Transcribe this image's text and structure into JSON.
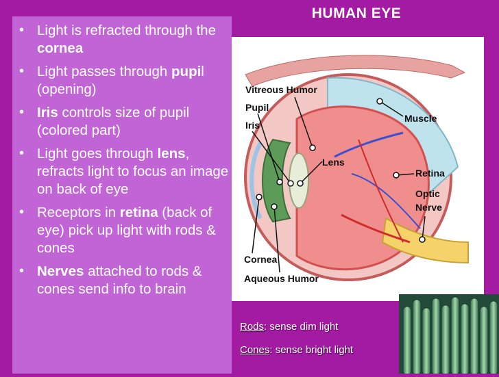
{
  "slide": {
    "title": "HUMAN EYE",
    "bullets": [
      {
        "pre": "Light is refracted through the ",
        "bold": "cornea",
        "post": ""
      },
      {
        "pre": "Light passes through ",
        "bold": "pupi",
        "post": "l (opening)"
      },
      {
        "pre": "",
        "bold": "Iris",
        "post": " controls size of pupil (colored part)"
      },
      {
        "pre": "Light goes through ",
        "bold": "lens",
        "post": ", refracts light to focus an image on back of eye"
      },
      {
        "pre": "Receptors in ",
        "bold": "retina",
        "post": " (back of eye) pick up light with rods & cones"
      },
      {
        "pre": "",
        "bold": "Nerves",
        "post": " attached to rods & cones send info to brain"
      }
    ],
    "diagram_labels": {
      "vitreous": "Vitreous Humor",
      "pupil": "Pupil",
      "iris": "Iris",
      "lens": "Lens",
      "muscle": "Muscle",
      "retina": "Retina",
      "optic1": "Optic",
      "optic2": "Nerve",
      "cornea": "Cornea",
      "aqueous": "Aqueous Humor"
    },
    "captions": {
      "rods_term": "Rods",
      "rods_desc": ":  sense dim light",
      "cones_term": "Cones",
      "cones_desc": ": sense bright light"
    }
  }
}
